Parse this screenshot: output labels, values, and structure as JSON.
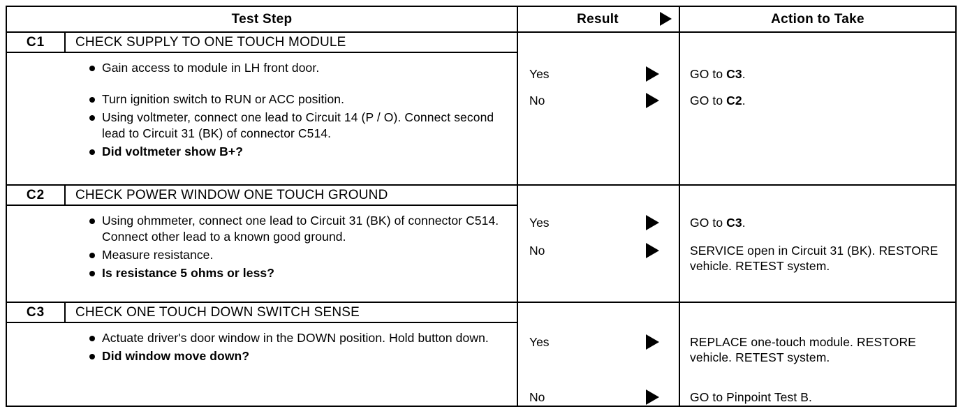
{
  "document": {
    "type": "pinpoint-test-table",
    "arrow_glyph": "right-triangle"
  },
  "header": {
    "test_step": "Test Step",
    "result": "Result",
    "action_to_take": "Action to Take"
  },
  "steps": [
    {
      "code": "C1",
      "title": "CHECK SUPPLY TO ONE TOUCH MODULE",
      "bullets": [
        {
          "text": "Gain access to module in LH front door.",
          "bold": false,
          "spaced": true
        },
        {
          "text": "Turn ignition switch to RUN or ACC position.",
          "bold": false,
          "spaced": false
        },
        {
          "text": "Using voltmeter, connect one lead to Circuit 14 (P / O). Connect second lead to Circuit 31 (BK) of connector C514.",
          "bold": false,
          "spaced": false
        },
        {
          "text": "Did voltmeter show B+?",
          "bold": true,
          "spaced": false
        }
      ],
      "results": [
        {
          "answer": "Yes",
          "action_prefix": "GO to ",
          "action_bold": "C3",
          "action_suffix": "."
        },
        {
          "answer": "No",
          "action_prefix": "GO to ",
          "action_bold": "C2",
          "action_suffix": "."
        }
      ]
    },
    {
      "code": "C2",
      "title": "CHECK POWER WINDOW ONE TOUCH GROUND",
      "bullets": [
        {
          "text": "Using ohmmeter, connect one lead to Circuit 31 (BK) of connector C514. Connect other lead to a known good ground.",
          "bold": false,
          "spaced": false
        },
        {
          "text": "Measure resistance.",
          "bold": false,
          "spaced": false
        },
        {
          "text": "Is resistance 5 ohms or less?",
          "bold": true,
          "spaced": false
        }
      ],
      "results": [
        {
          "answer": "Yes",
          "action_prefix": "GO to ",
          "action_bold": "C3",
          "action_suffix": "."
        },
        {
          "answer": "No",
          "action_prefix": "SERVICE open in Circuit 31 (BK). RESTORE vehicle. RETEST system.",
          "action_bold": "",
          "action_suffix": ""
        }
      ]
    },
    {
      "code": "C3",
      "title": "CHECK ONE TOUCH DOWN SWITCH SENSE",
      "bullets": [
        {
          "text": "Actuate driver's door window in the DOWN position. Hold button down.",
          "bold": false,
          "spaced": false
        },
        {
          "text": "Did window move down?",
          "bold": true,
          "spaced": false
        }
      ],
      "results": [
        {
          "answer": "Yes",
          "action_prefix": "REPLACE one-touch module. RESTORE vehicle. RETEST system.",
          "action_bold": "",
          "action_suffix": ""
        },
        {
          "answer": "No",
          "action_prefix": "GO to Pinpoint Test B.",
          "action_bold": "",
          "action_suffix": ""
        }
      ]
    }
  ],
  "colors": {
    "ink": "#000000",
    "paper": "#ffffff"
  }
}
